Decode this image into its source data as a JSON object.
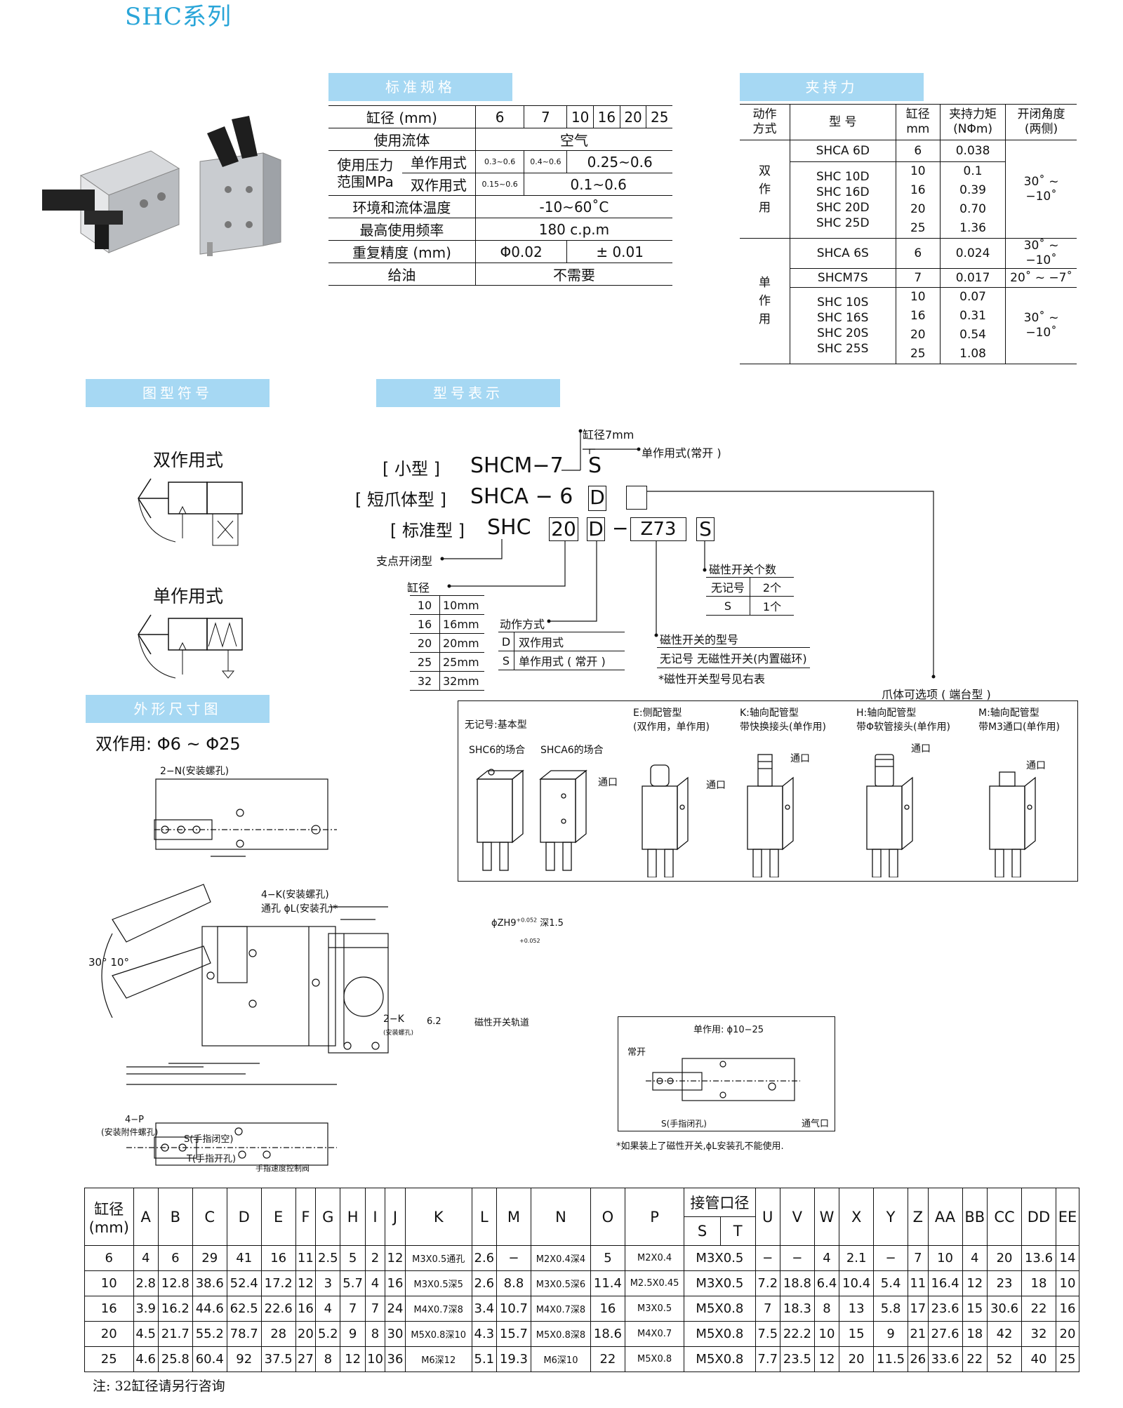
{
  "page_title": "SHC系列",
  "sections": {
    "spec": "标准规格",
    "grip": "夹持力",
    "symbol": "图型符号",
    "model": "型号表示",
    "outline": "外形尺寸图"
  },
  "spec_table": {
    "bore_label": "缸径 (mm)",
    "bores": [
      "6",
      "7",
      "10",
      "16",
      "20",
      "25"
    ],
    "fluid_label": "使用流体",
    "fluid": "空气",
    "pressure_label_1": "使用压力",
    "pressure_label_2": "范围MPa",
    "single_label": "单作用式",
    "single_a": "0.3~0.6",
    "single_b": "0.4~0.6",
    "single_c": "0.25~0.6",
    "double_label": "双作用式",
    "double_a": "0.15~0.6",
    "double_c": "0.1~0.6",
    "temp_label": "环境和流体温度",
    "temp": "-10~60˚C",
    "freq_label": "最高使用频率",
    "freq": "180 c.p.m",
    "repeat_label": "重复精度 (mm)",
    "repeat_a": "Φ0.02",
    "repeat_b": "± 0.01",
    "oil_label": "给油",
    "oil": "不需要"
  },
  "grip_table": {
    "h_mode_1": "动作",
    "h_mode_2": "方式",
    "h_model": "型 号",
    "h_bore_1": "缸径",
    "h_bore_2": "mm",
    "h_torque_1": "夹持力矩",
    "h_torque_2": "(NΦm)",
    "h_angle_1": "开闭角度",
    "h_angle_2": "(两侧)",
    "double_mode": [
      "双",
      "作",
      "用"
    ],
    "single_mode": [
      "单",
      "作",
      "用"
    ],
    "d_rows": [
      {
        "model": "SHCA 6D",
        "bore": "6",
        "torque": "0.038"
      },
      {
        "model": "SHC 10D",
        "bore": "10",
        "torque": "0.1"
      },
      {
        "model": "SHC 16D",
        "bore": "16",
        "torque": "0.39"
      },
      {
        "model": "SHC 20D",
        "bore": "20",
        "torque": "0.70"
      },
      {
        "model": "SHC 25D",
        "bore": "25",
        "torque": "1.36"
      }
    ],
    "d_angle": "30˚ ~ −10˚",
    "s_rows_a": [
      {
        "model": "SHCA 6S",
        "bore": "6",
        "torque": "0.024",
        "angle": "30˚ ~ −10˚"
      },
      {
        "model": "SHCM7S",
        "bore": "7",
        "torque": "0.017",
        "angle": "20˚ ~ −7˚"
      }
    ],
    "s_rows_b": [
      {
        "model": "SHC 10S",
        "bore": "10",
        "torque": "0.07"
      },
      {
        "model": "SHC 16S",
        "bore": "16",
        "torque": "0.31"
      },
      {
        "model": "SHC 20S",
        "bore": "20",
        "torque": "0.54"
      },
      {
        "model": "SHC 25S",
        "bore": "25",
        "torque": "1.08"
      }
    ],
    "s_angle": "30˚ ~ −10˚"
  },
  "symbols": {
    "double": "双作用式",
    "single": "单作用式"
  },
  "model_code": {
    "small_label": "[ 小型 ]",
    "small_code": "SHCM−7",
    "short_label": "[ 短爪体型 ]",
    "short_code": "SHCA − 6",
    "std_label": "[ 标准型 ]",
    "std_code": "SHC",
    "box_s": "S",
    "box_d": "D",
    "box_20": "20",
    "box_dash": "−",
    "box_z73": "Z73",
    "note_bore7": "缸径7mm",
    "note_single_open": "单作用式(常开 )",
    "pivot": "支点开闭型",
    "bore": "缸径",
    "bore_list": [
      [
        "10",
        "10mm"
      ],
      [
        "16",
        "16mm"
      ],
      [
        "20",
        "20mm"
      ],
      [
        "25",
        "25mm"
      ],
      [
        "32",
        "32mm"
      ]
    ],
    "action": "动作方式",
    "action_list": [
      [
        "D",
        "双作用式"
      ],
      [
        "S",
        "单作用式 ( 常开 )"
      ]
    ],
    "switch_count": "磁性开关个数",
    "switch_count_list": [
      [
        "无记号",
        "2个"
      ],
      [
        "S",
        "1个"
      ]
    ],
    "switch_type": "磁性开关的型号",
    "switch_none": "无记号  无磁性开关(内置磁环)",
    "switch_note": "*磁性开关型号见右表",
    "jaw_options": "爪体可选项 ( 端台型 )"
  },
  "options": {
    "basic": "无记号:基本型",
    "shc6": "SHC6的场合",
    "shca6": "SHCA6的场合",
    "e_1": "E:侧配管型",
    "e_2": "(双作用，单作用)",
    "k_1": "K:轴向配管型",
    "k_2": "带快换接头(单作用)",
    "h_1": "H:轴向配管型",
    "h_2": "带Φ软管接头(单作用)",
    "m_1": "M:轴向配管型",
    "m_2": "带M3通口(单作用)",
    "port": "通口"
  },
  "drawing": {
    "subtitle": "双作用: Φ6 ~ Φ25",
    "mount_2n": "2−N(安装螺孔)",
    "mount_4k": "4−K(安装螺孔)",
    "through_l": "通孔 ϕL(安装孔)*",
    "zh9": "ϕZH9",
    "zh9_tol": "+0.052",
    "zh9_depth": "深1.5",
    "tol_2": "+0.052",
    "k2": "2−K",
    "k2_note": "(安装螺孔)",
    "dim_62": "6.2",
    "rail": "磁性开关轨道",
    "angle": "30° 10°",
    "p4": "4−P",
    "p4_note": "(安装附件螺孔)",
    "s_note": "S(手指闭空)",
    "t_note": "T(手指开孔)",
    "speed": "手指速度控制阀",
    "single_title": "单作用: ϕ10−25",
    "normally_open": "常开",
    "s_closed": "S(手指闭孔)",
    "vent": "通气口",
    "warn": "*如果装上了磁性开关,ϕL安装孔不能使用."
  },
  "dim_table": {
    "bore_1": "缸径",
    "bore_2": "(mm)",
    "cols_a": [
      "A",
      "B",
      "C",
      "D",
      "E",
      "F",
      "G",
      "H",
      "I",
      "J",
      "K",
      "L",
      "M",
      "N",
      "O",
      "P"
    ],
    "port_label": "接管口径",
    "port_s": "S",
    "port_t": "T",
    "cols_b": [
      "U",
      "V",
      "W",
      "X",
      "Y",
      "Z",
      "AA",
      "BB",
      "CC",
      "DD",
      "EE"
    ],
    "rows": [
      [
        "6",
        "4",
        "6",
        "29",
        "41",
        "16",
        "11",
        "2.5",
        "5",
        "2",
        "12",
        "M3X0.5通孔",
        "2.6",
        "−",
        "M2X0.4深4",
        "5",
        "M2X0.4",
        "M3X0.5",
        "−",
        "−",
        "4",
        "2.1",
        "−",
        "7",
        "10",
        "4",
        "20",
        "13.6",
        "14"
      ],
      [
        "10",
        "2.8",
        "12.8",
        "38.6",
        "52.4",
        "17.2",
        "12",
        "3",
        "5.7",
        "4",
        "16",
        "M3X0.5深5",
        "2.6",
        "8.8",
        "M3X0.5深6",
        "11.4",
        "M2.5X0.45",
        "M3X0.5",
        "7.2",
        "18.8",
        "6.4",
        "10.4",
        "5.4",
        "11",
        "16.4",
        "12",
        "23",
        "18",
        "10"
      ],
      [
        "16",
        "3.9",
        "16.2",
        "44.6",
        "62.5",
        "22.6",
        "16",
        "4",
        "7",
        "7",
        "24",
        "M4X0.7深8",
        "3.4",
        "10.7",
        "M4X0.7深8",
        "16",
        "M3X0.5",
        "M5X0.8",
        "7",
        "18.3",
        "8",
        "13",
        "5.8",
        "17",
        "23.6",
        "15",
        "30.6",
        "22",
        "16"
      ],
      [
        "20",
        "4.5",
        "21.7",
        "55.2",
        "78.7",
        "28",
        "20",
        "5.2",
        "9",
        "8",
        "30",
        "M5X0.8深10",
        "4.3",
        "15.7",
        "M5X0.8深8",
        "18.6",
        "M4X0.7",
        "M5X0.8",
        "7.5",
        "22.2",
        "10",
        "15",
        "9",
        "21",
        "27.6",
        "18",
        "42",
        "32",
        "20"
      ],
      [
        "25",
        "4.6",
        "25.8",
        "60.4",
        "92",
        "37.5",
        "27",
        "8",
        "12",
        "10",
        "36",
        "M6深12",
        "5.1",
        "19.3",
        "M6深10",
        "22",
        "M5X0.8",
        "M5X0.8",
        "7.7",
        "23.5",
        "12",
        "20",
        "11.5",
        "26",
        "33.6",
        "22",
        "52",
        "40",
        "25"
      ]
    ],
    "note": "注: 32缸径请另行咨询"
  }
}
